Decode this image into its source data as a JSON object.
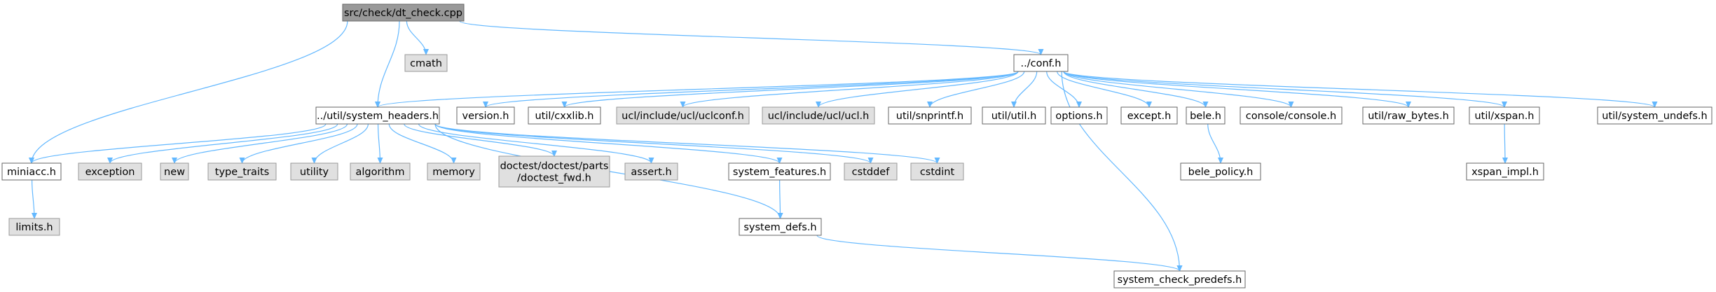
{
  "graph": {
    "nodes": [
      {
        "id": "root",
        "label": "src/check/dt_check.cpp",
        "kind": "root"
      },
      {
        "id": "cmath",
        "label": "cmath",
        "kind": "system"
      },
      {
        "id": "conf",
        "label": "../conf.h",
        "kind": "plain"
      },
      {
        "id": "sysheaders",
        "label": "../util/system_headers.h",
        "kind": "plain"
      },
      {
        "id": "miniacc",
        "label": "miniacc.h",
        "kind": "plain"
      },
      {
        "id": "version",
        "label": "version.h",
        "kind": "plain"
      },
      {
        "id": "cxxlib",
        "label": "util/cxxlib.h",
        "kind": "plain"
      },
      {
        "id": "uclconf",
        "label": "ucl/include/ucl/uclconf.h",
        "kind": "system"
      },
      {
        "id": "ucl",
        "label": "ucl/include/ucl/ucl.h",
        "kind": "system"
      },
      {
        "id": "snprintf",
        "label": "util/snprintf.h",
        "kind": "plain"
      },
      {
        "id": "util",
        "label": "util/util.h",
        "kind": "plain"
      },
      {
        "id": "options",
        "label": "options.h",
        "kind": "plain"
      },
      {
        "id": "except",
        "label": "except.h",
        "kind": "plain"
      },
      {
        "id": "bele",
        "label": "bele.h",
        "kind": "plain"
      },
      {
        "id": "console",
        "label": "console/console.h",
        "kind": "plain"
      },
      {
        "id": "rawbytes",
        "label": "util/raw_bytes.h",
        "kind": "plain"
      },
      {
        "id": "xspan",
        "label": "util/xspan.h",
        "kind": "plain"
      },
      {
        "id": "sysundefs",
        "label": "util/system_undefs.h",
        "kind": "plain"
      },
      {
        "id": "limits",
        "label": "limits.h",
        "kind": "system"
      },
      {
        "id": "exception",
        "label": "exception",
        "kind": "system"
      },
      {
        "id": "new",
        "label": "new",
        "kind": "system"
      },
      {
        "id": "typetraits",
        "label": "type_traits",
        "kind": "system"
      },
      {
        "id": "utility",
        "label": "utility",
        "kind": "system"
      },
      {
        "id": "algorithm",
        "label": "algorithm",
        "kind": "system"
      },
      {
        "id": "memory",
        "label": "memory",
        "kind": "system"
      },
      {
        "id": "doctest",
        "label": "doctest/doctest/parts\n/doctest_fwd.h",
        "kind": "system"
      },
      {
        "id": "assert",
        "label": "assert.h",
        "kind": "system"
      },
      {
        "id": "sysfeatures",
        "label": "system_features.h",
        "kind": "plain"
      },
      {
        "id": "cstddef",
        "label": "cstddef",
        "kind": "system"
      },
      {
        "id": "cstdint",
        "label": "cstdint",
        "kind": "system"
      },
      {
        "id": "belepolicy",
        "label": "bele_policy.h",
        "kind": "plain"
      },
      {
        "id": "xspanimpl",
        "label": "xspan_impl.h",
        "kind": "plain"
      },
      {
        "id": "sysdefs",
        "label": "system_defs.h",
        "kind": "plain"
      },
      {
        "id": "syscheck",
        "label": "system_check_predefs.h",
        "kind": "plain"
      }
    ],
    "edges": [
      [
        "root",
        "sysheaders"
      ],
      [
        "root",
        "cmath"
      ],
      [
        "root",
        "conf"
      ],
      [
        "root",
        "miniacc"
      ],
      [
        "conf",
        "sysheaders"
      ],
      [
        "conf",
        "version"
      ],
      [
        "conf",
        "cxxlib"
      ],
      [
        "conf",
        "uclconf"
      ],
      [
        "conf",
        "ucl"
      ],
      [
        "conf",
        "snprintf"
      ],
      [
        "conf",
        "util"
      ],
      [
        "conf",
        "options"
      ],
      [
        "conf",
        "except"
      ],
      [
        "conf",
        "bele"
      ],
      [
        "conf",
        "console"
      ],
      [
        "conf",
        "rawbytes"
      ],
      [
        "conf",
        "xspan"
      ],
      [
        "conf",
        "sysundefs"
      ],
      [
        "conf",
        "syscheck"
      ],
      [
        "sysheaders",
        "miniacc"
      ],
      [
        "sysheaders",
        "exception"
      ],
      [
        "sysheaders",
        "new"
      ],
      [
        "sysheaders",
        "typetraits"
      ],
      [
        "sysheaders",
        "utility"
      ],
      [
        "sysheaders",
        "algorithm"
      ],
      [
        "sysheaders",
        "memory"
      ],
      [
        "sysheaders",
        "doctest"
      ],
      [
        "sysheaders",
        "assert"
      ],
      [
        "sysheaders",
        "sysfeatures"
      ],
      [
        "sysheaders",
        "cstddef"
      ],
      [
        "sysheaders",
        "cstdint"
      ],
      [
        "sysheaders",
        "sysdefs"
      ],
      [
        "miniacc",
        "limits"
      ],
      [
        "bele",
        "belepolicy"
      ],
      [
        "xspan",
        "xspanimpl"
      ],
      [
        "sysfeatures",
        "sysdefs"
      ],
      [
        "sysdefs",
        "syscheck"
      ]
    ]
  },
  "colors": {
    "edge": "#63b8ff",
    "root_fill": "#999999",
    "system_fill": "#e0e0e0",
    "plain_fill": "#ffffff",
    "border": "#666666"
  }
}
